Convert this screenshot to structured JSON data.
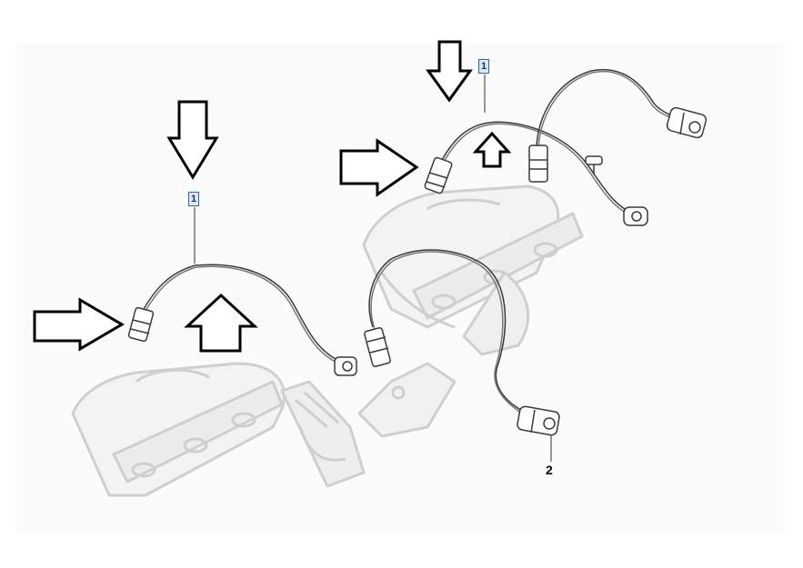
{
  "callouts": [
    {
      "label": "1"
    },
    {
      "label": "1"
    },
    {
      "label": "2"
    }
  ],
  "colors": {
    "arrow_stroke": "#000000",
    "callout_border": "#2a64b8",
    "callout_fill": "#dbe8fb",
    "part_faded": "#c9c9c9",
    "sensor_line": "#3a3a3a"
  },
  "icons": [
    "arrow-down-icon",
    "arrow-right-icon",
    "arrow-up-icon"
  ]
}
